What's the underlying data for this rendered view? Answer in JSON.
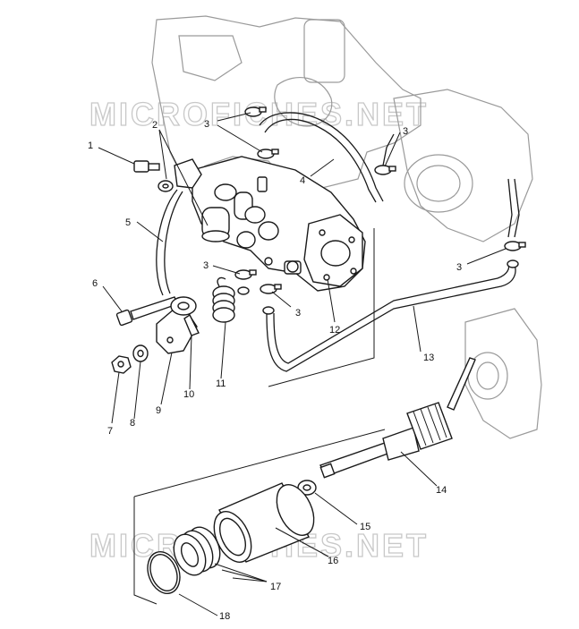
{
  "watermark": "MICROFICHES.NET",
  "callouts": {
    "c1": "1",
    "c2": "2",
    "c3a": "3",
    "c3b": "3",
    "c3c": "3",
    "c3d": "3",
    "c3e": "3",
    "c4": "4",
    "c5": "5",
    "c6": "6",
    "c7": "7",
    "c8": "8",
    "c9": "9",
    "c10": "10",
    "c11": "11",
    "c12": "12",
    "c13": "13",
    "c14": "14",
    "c15": "15",
    "c16": "16",
    "c17": "17",
    "c18": "18"
  }
}
